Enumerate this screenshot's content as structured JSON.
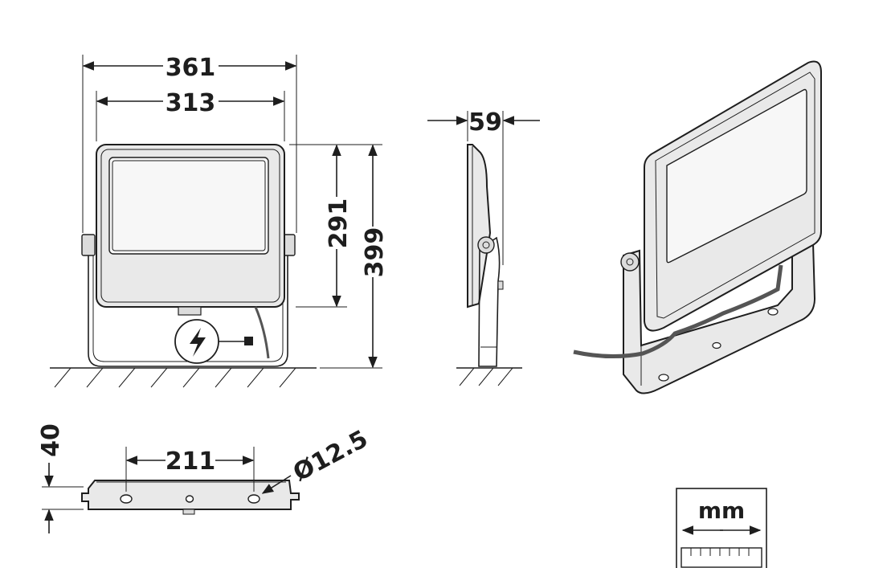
{
  "dimensions": {
    "overall_width": "361",
    "inner_width": "313",
    "housing_height": "291",
    "overall_height": "399",
    "depth": "59",
    "bracket_thickness": "40",
    "hole_spacing": "211",
    "hole_diameter": "Ø12.5"
  },
  "scale_box": {
    "unit": "mm"
  },
  "colors": {
    "line": "#1e1e1e",
    "fill": "#e9e9e9",
    "cable": "#555555"
  },
  "icons": [
    "power-connection-icon"
  ]
}
